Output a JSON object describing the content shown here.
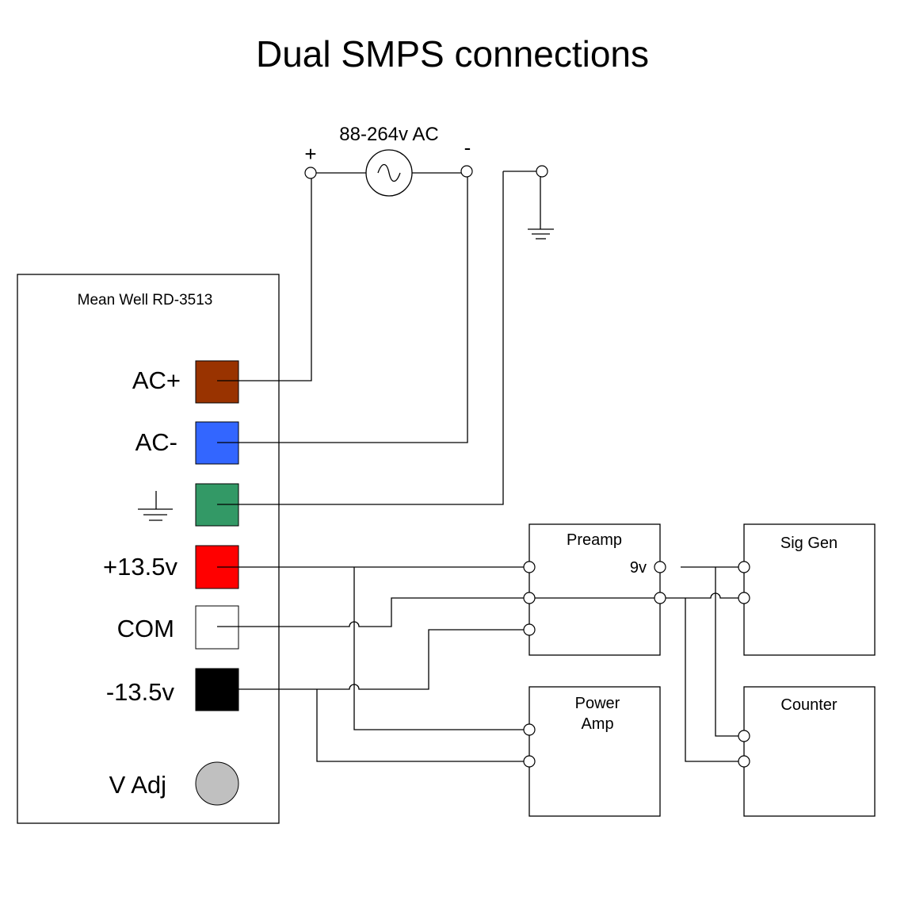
{
  "title": "Dual SMPS connections",
  "ac_source": {
    "label": "88-264v AC",
    "plus": "+",
    "minus": "-"
  },
  "psu": {
    "name": "Mean Well RD-3513",
    "terminals": [
      {
        "label": "AC+",
        "color": "#993300"
      },
      {
        "label": "AC-",
        "color": "#3366ff"
      },
      {
        "label": "",
        "icon": "ground-icon",
        "color": "#339966"
      },
      {
        "label": "+13.5v",
        "color": "#ff0000"
      },
      {
        "label": "COM",
        "color": "#ffffff"
      },
      {
        "label": "-13.5v",
        "color": "#000000"
      }
    ],
    "vadj": {
      "label": "V Adj",
      "color": "#c0c0c0"
    }
  },
  "modules": {
    "preamp": {
      "name": "Preamp",
      "out_label": "9v"
    },
    "power_amp": {
      "name_line1": "Power",
      "name_line2": "Amp"
    },
    "sig_gen": {
      "name": "Sig Gen"
    },
    "counter": {
      "name": "Counter"
    }
  }
}
